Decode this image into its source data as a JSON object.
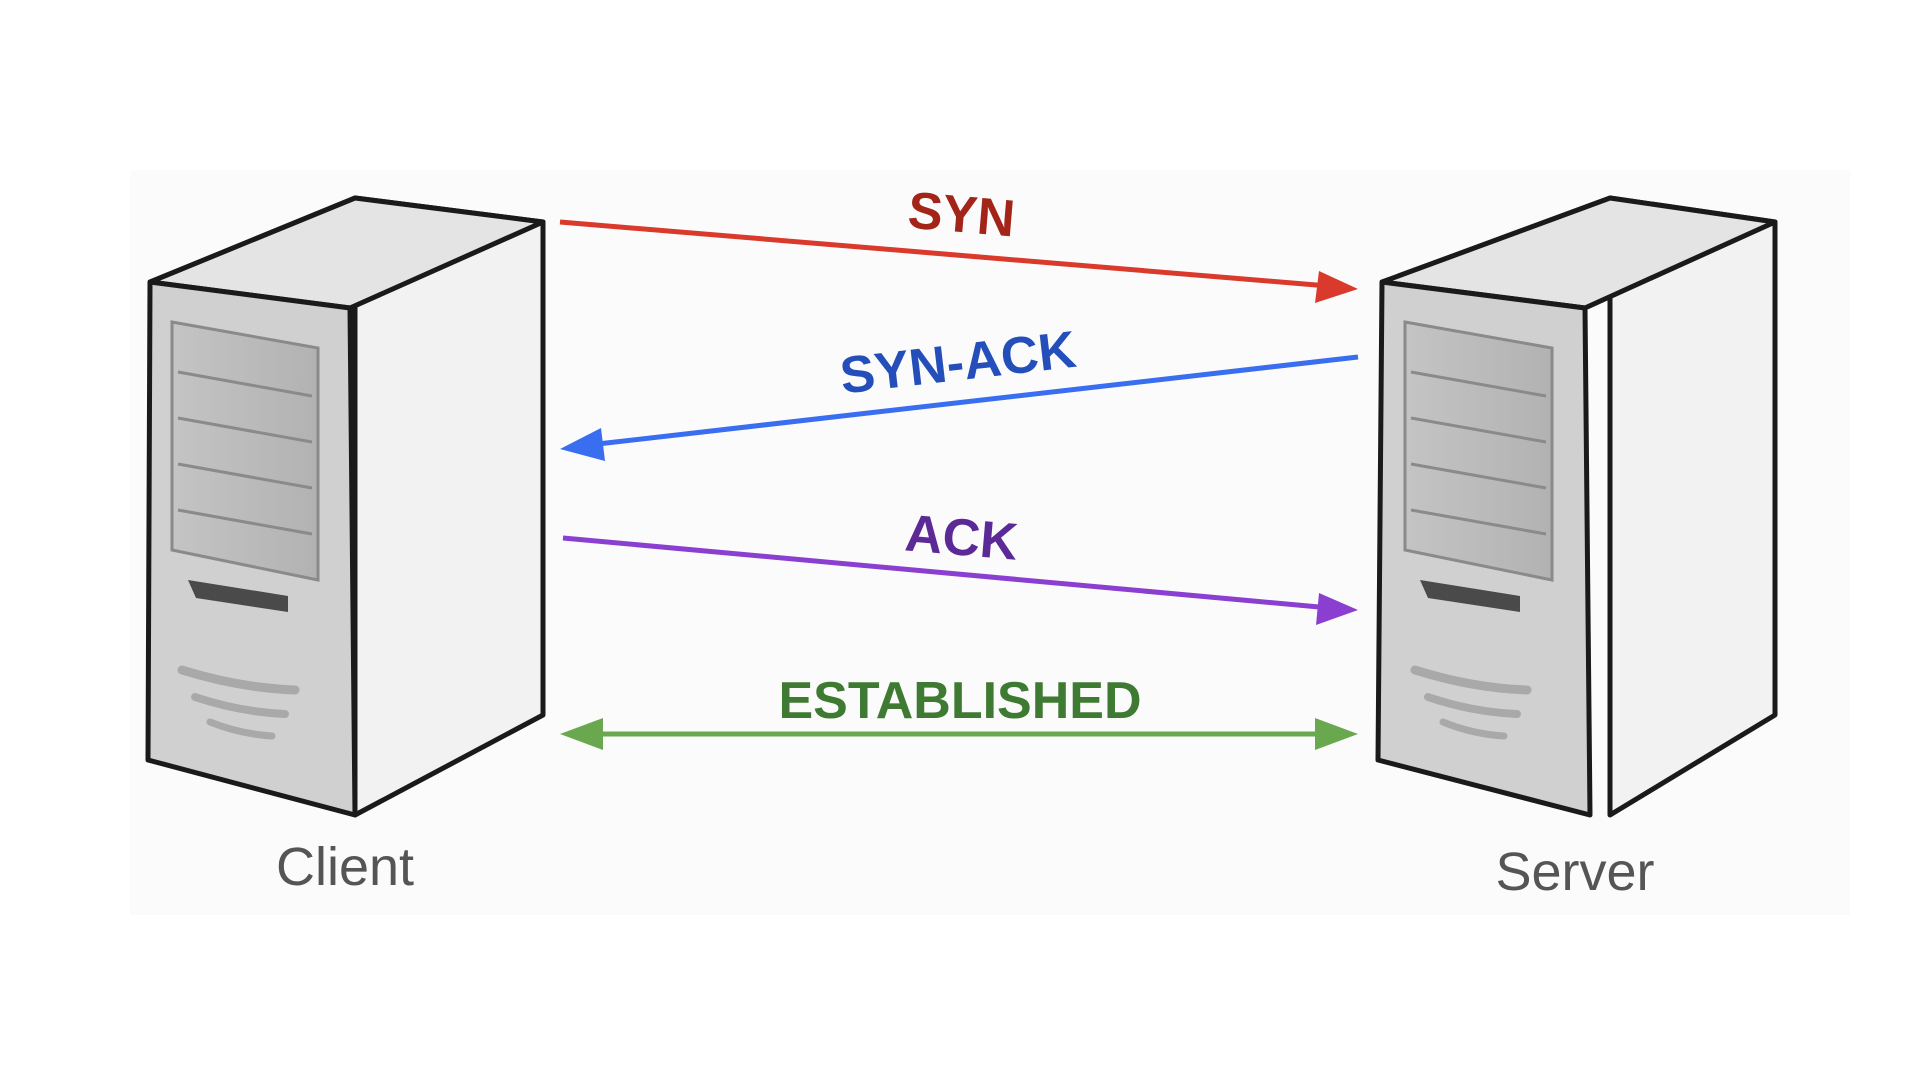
{
  "nodes": {
    "client": {
      "label": "Client"
    },
    "server": {
      "label": "Server"
    }
  },
  "messages": [
    {
      "label": "SYN",
      "direction": "client-to-server",
      "color": "#d93a2b",
      "label_color": "#a32418"
    },
    {
      "label": "SYN-ACK",
      "direction": "server-to-client",
      "color": "#3a6ef0",
      "label_color": "#244fba"
    },
    {
      "label": "ACK",
      "direction": "client-to-server",
      "color": "#8a3fd0",
      "label_color": "#5c2a96"
    },
    {
      "label": "ESTABLISHED",
      "direction": "bidirectional",
      "color": "#6aa84f",
      "label_color": "#3f7a33"
    }
  ],
  "colors": {
    "server_body": "#d3d3d3",
    "server_top": "#e6e6e6",
    "server_side": "#f0f0f0",
    "server_outline": "#1a1a1a",
    "node_label": "#555555"
  }
}
